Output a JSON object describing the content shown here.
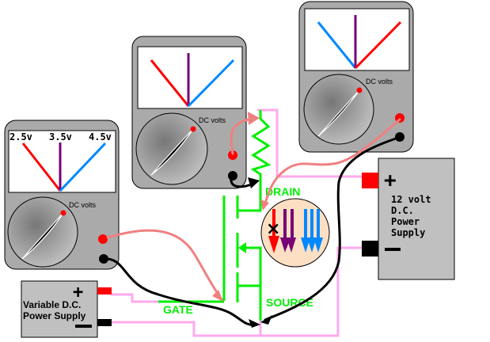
{
  "diagram": {
    "title": "MOSFET transistor test circuit with three meters",
    "colors": {
      "red_probe": "#ff0000",
      "pink_wire": "#f08080",
      "black_probe": "#000000",
      "mosfet_green": "#00ee00",
      "light_pink_wire": "#ffaaee",
      "meter_body": "#aaaaaa",
      "needle_purple": "#770077",
      "needle_blue": "#0088ff",
      "needle_red": "#ff0000",
      "channel_fill": "#fde0c4",
      "power_supply_body": "#c0c0c0"
    },
    "meters": [
      {
        "id": "gate-meter",
        "dial_label": "DC volts",
        "scale_labels": [
          "2.5v",
          "3.5v",
          "4.5v"
        ],
        "needles": [
          "red",
          "purple",
          "blue"
        ]
      },
      {
        "id": "drain-meter",
        "dial_label": "DC volts",
        "needles": [
          "red",
          "purple",
          "blue"
        ]
      },
      {
        "id": "supply-meter",
        "dial_label": "DC volts",
        "needles": [
          "blue",
          "purple",
          "red"
        ]
      }
    ],
    "mosfet": {
      "drain_label": "DRAIN",
      "gate_label": "GATE",
      "source_label": "SOURCE"
    },
    "channel_legend": {
      "arrows": [
        {
          "color": "red",
          "count": 1,
          "blocked": true
        },
        {
          "color": "purple",
          "count": 2,
          "blocked": false
        },
        {
          "color": "blue",
          "count": 3,
          "blocked": false
        }
      ],
      "blocked_mark": "×"
    },
    "power_supply_12v": {
      "lines": [
        "12 volt",
        "D.C.",
        "Power",
        "Supply"
      ],
      "plus": "+",
      "minus": "−"
    },
    "variable_supply": {
      "lines": [
        "Variable D.C.",
        "Power Supply"
      ],
      "plus": "+",
      "minus": "−"
    }
  }
}
